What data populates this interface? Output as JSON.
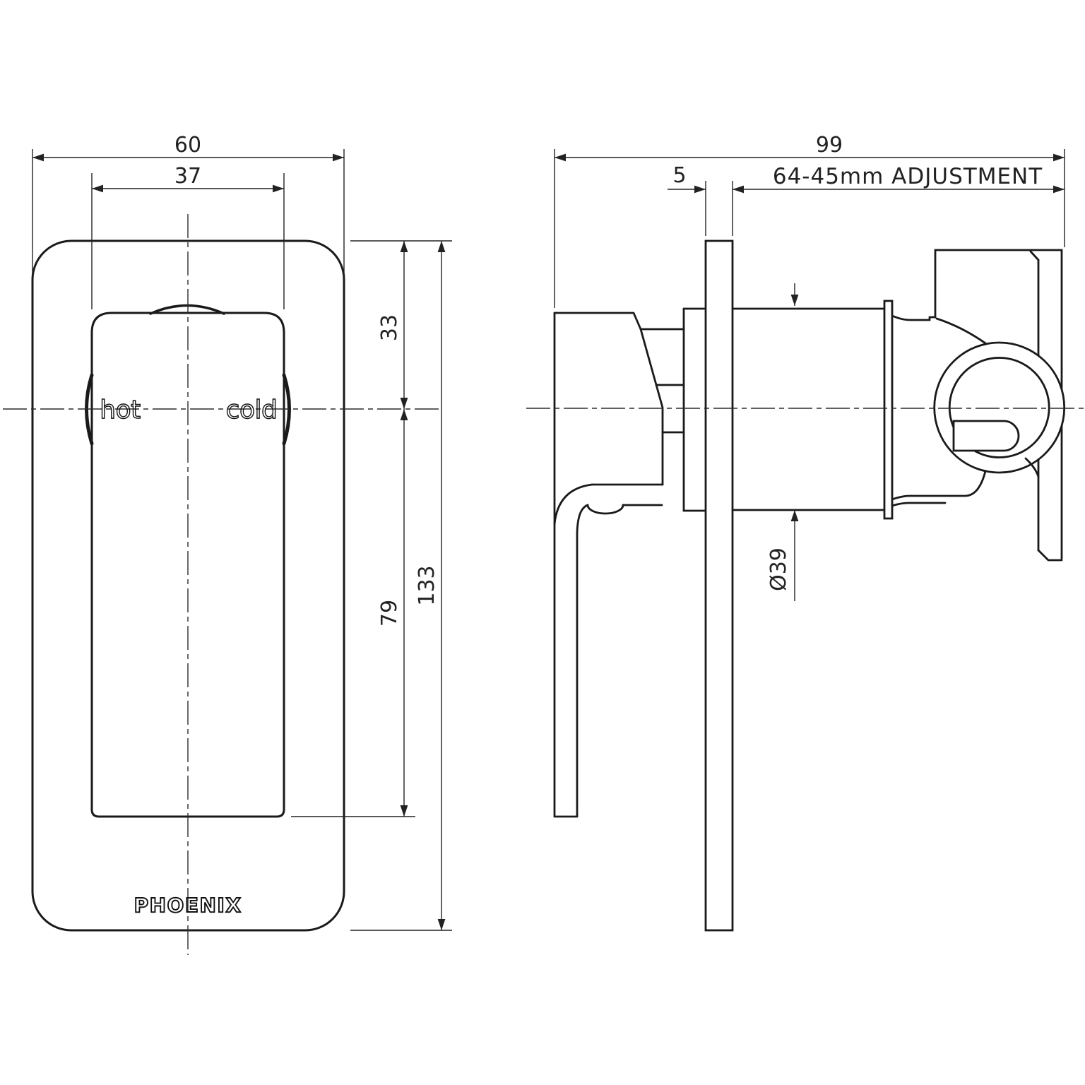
{
  "colors": {
    "line": "#1a1a1a",
    "dimension": "#222222",
    "background": "#ffffff"
  },
  "front_view": {
    "dims": {
      "plate_width": "60",
      "handle_width": "37",
      "top_to_center": "33",
      "center_to_handle_end": "79",
      "plate_height": "133"
    },
    "labels": {
      "hot": "hot",
      "cold": "cold"
    },
    "brand": "PHOENIX"
  },
  "side_view": {
    "dims": {
      "depth": "99",
      "plate_thickness": "5",
      "adjustment": "64-45mm ADJUSTMENT",
      "body_diameter": "Ø39"
    }
  }
}
